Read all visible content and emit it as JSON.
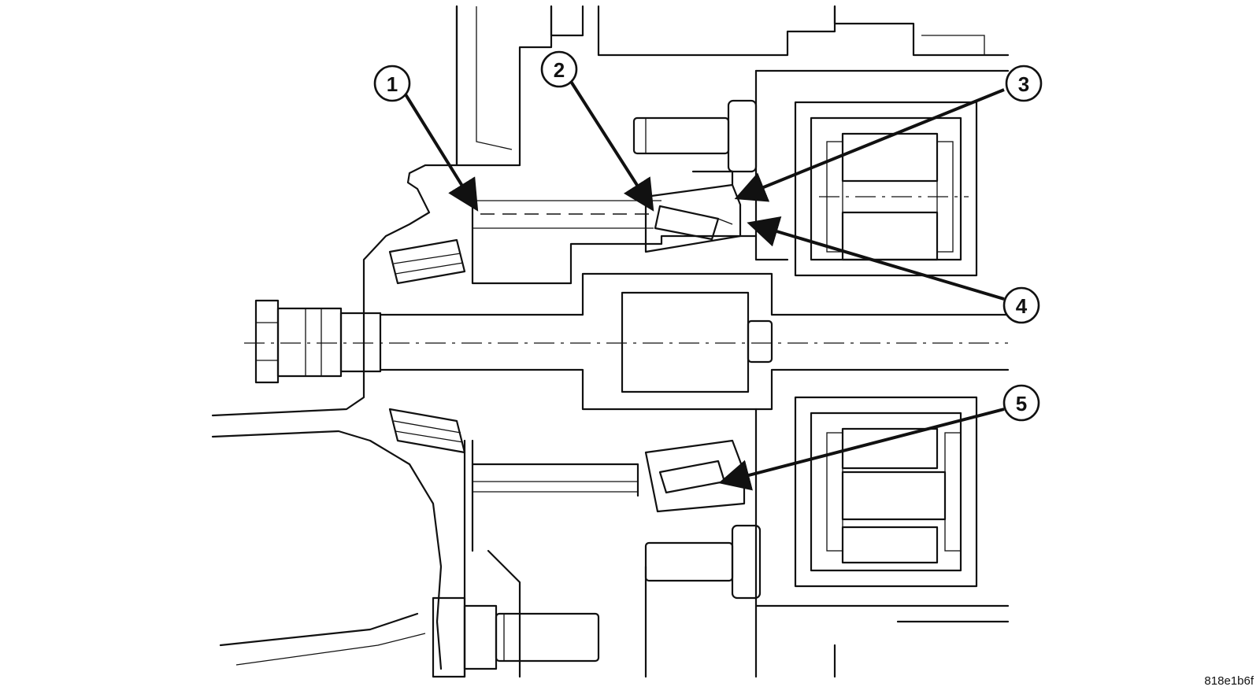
{
  "callouts": [
    {
      "id": "1",
      "label": "1"
    },
    {
      "id": "2",
      "label": "2"
    },
    {
      "id": "3",
      "label": "3"
    },
    {
      "id": "4",
      "label": "4"
    },
    {
      "id": "5",
      "label": "5"
    }
  ],
  "reference_code": "818e1b6f"
}
